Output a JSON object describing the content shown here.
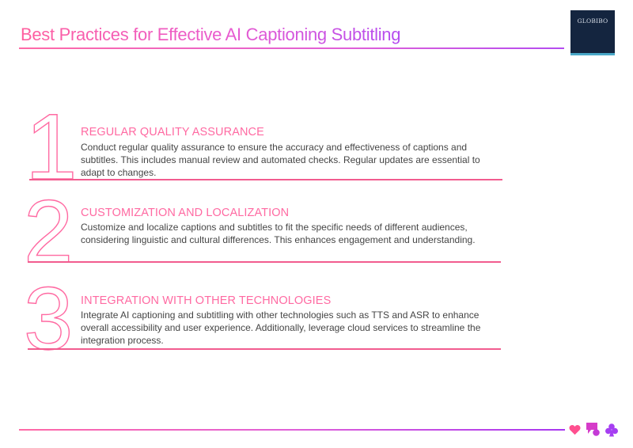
{
  "header": {
    "title": "Best Practices for Effective AI Captioning Subtitling",
    "logo_text": "GLOBIBO"
  },
  "colors": {
    "accent_pink": "#ff6aa2",
    "accent_purple": "#b44cf0",
    "logo_bg": "#14253f",
    "logo_bar": "#4aa8c8",
    "body_text": "#454545"
  },
  "items": [
    {
      "number": "1",
      "heading": "REGULAR QUALITY ASSURANCE",
      "body": "Conduct regular quality assurance to ensure the accuracy and effectiveness of captions and subtitles. This includes manual review and automated checks. Regular updates are essential to adapt to changes."
    },
    {
      "number": "2",
      "heading": "CUSTOMIZATION AND LOCALIZATION",
      "body": "Customize and localize captions and subtitles to fit the specific needs of different audiences, considering linguistic and cultural differences. This enhances engagement and understanding."
    },
    {
      "number": "3",
      "heading": "INTEGRATION WITH OTHER TECHNOLOGIES",
      "body": "Integrate AI captioning and subtitling with other technologies such as TTS and ASR to enhance overall accessibility and user experience. Additionally, leverage cloud services to streamline the integration process."
    }
  ],
  "footer": {
    "icons": [
      "heart-icon",
      "chat-bubble-icon",
      "club-icon"
    ]
  }
}
